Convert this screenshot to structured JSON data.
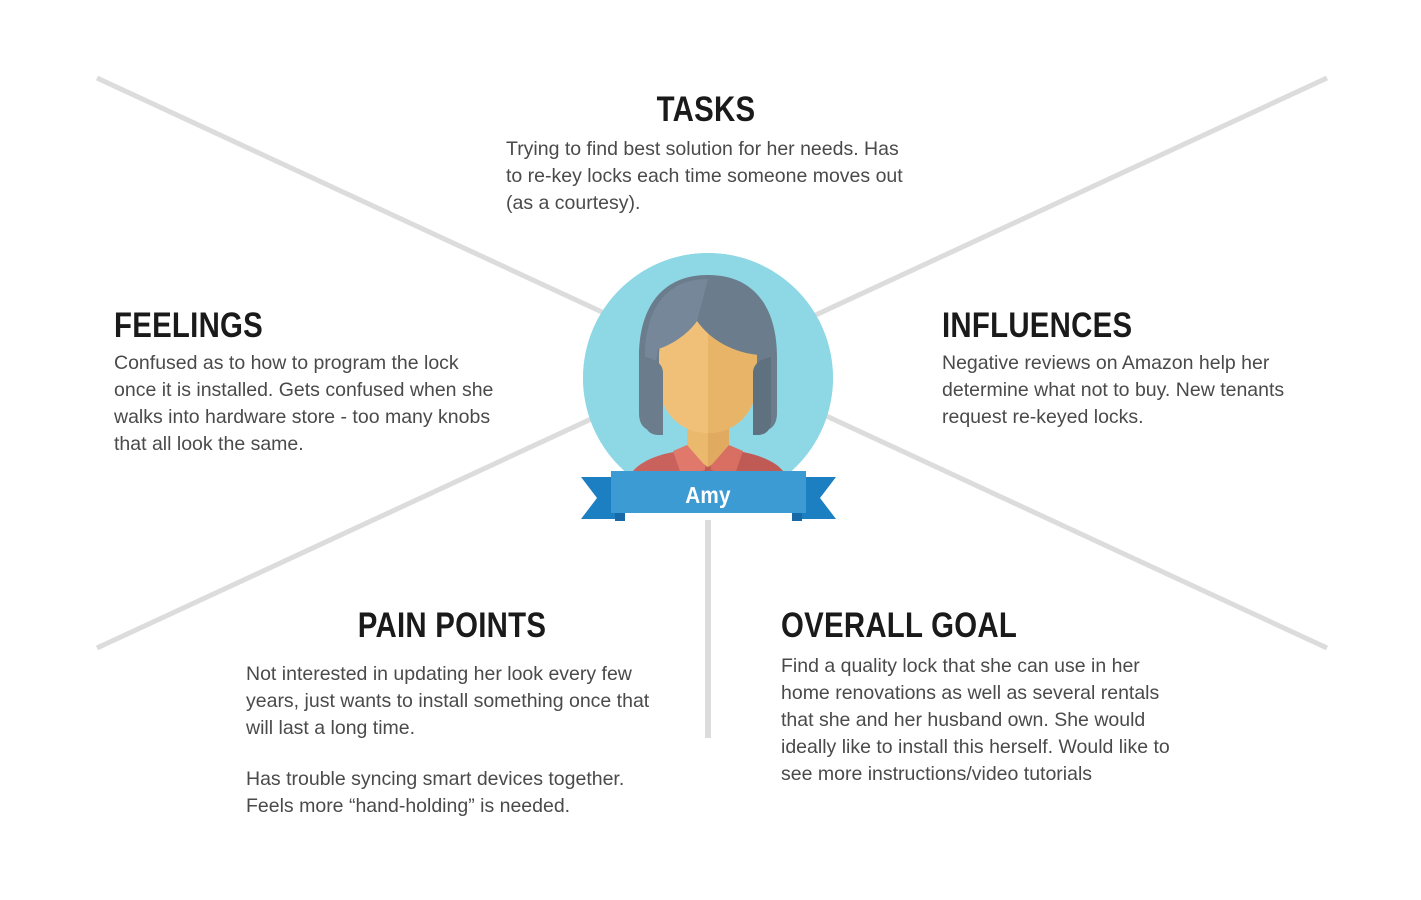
{
  "persona": {
    "name": "Amy",
    "avatar_icon": "person-avatar-icon",
    "ribbon_icon": "name-ribbon-icon"
  },
  "colors": {
    "heading": "#1a1a1a",
    "body_text": "#4a4a4a",
    "connector_line": "#dcdcdc",
    "avatar_circle": "#8ed8e5",
    "ribbon_front": "#3d9bd4",
    "ribbon_tail": "#1c7fc2",
    "ribbon_fold": "#1769a8",
    "hair": "#6b7c8c",
    "skin": "#f0c078",
    "shirt": "#c9615c",
    "collar": "#e0786c",
    "background": "#ffffff"
  },
  "blocks": {
    "tasks": {
      "heading": "TASKS",
      "body": "Trying to find best solution for her needs. Has to re-key locks each time someone moves out (as a courtesy)."
    },
    "feelings": {
      "heading": "FEELINGS",
      "body": "Confused as to how to program the lock once it is installed. Gets confused when she walks into hardware store - too many knobs that all look the same."
    },
    "influences": {
      "heading": "INFLUENCES",
      "body": "Negative reviews on Amazon help her determine what not to buy. New tenants request re-keyed locks."
    },
    "pain_points": {
      "heading": "PAIN POINTS",
      "body_1": "Not interested in updating her look every few years, just wants to install something once that will last a long time.",
      "body_2": "Has trouble syncing smart devices together. Feels more “hand-holding” is needed."
    },
    "overall_goal": {
      "heading": "OVERALL GOAL",
      "body": "Find a quality lock that she can use in her home renovations as well as several rentals that she and her husband own. She would ideally like to install this herself. Would like to see more instructions/video tutorials"
    }
  }
}
